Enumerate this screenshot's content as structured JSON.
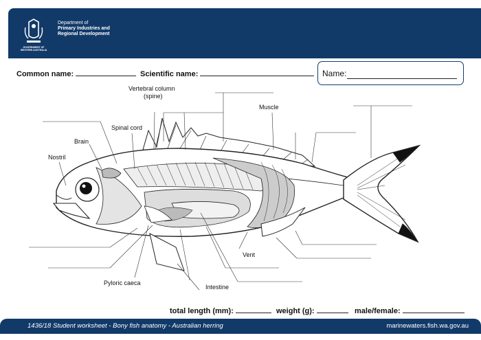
{
  "header": {
    "agency_line1": "Department of",
    "agency_line2": "Primary Industries and",
    "agency_line3": "Regional Development",
    "crest_caption": "GOVERNMENT OF WESTERN AUSTRALIA",
    "background": "#123a69"
  },
  "form": {
    "common_name_label": "Common name:",
    "scientific_name_label": "Scientific name:",
    "name_label": "Name:",
    "total_length_label": "total length (mm):",
    "weight_label": "weight (g):",
    "sex_label": "male/female:"
  },
  "labels": {
    "vertebral_column": "Vertebral column",
    "spine": "(spine)",
    "muscle": "Muscle",
    "spinal_cord": "Spinal cord",
    "brain": "Brain",
    "nostril": "Nostril",
    "vent": "Vent",
    "pyloric_caeca": "Pyloric caeca",
    "intestine": "Intestine"
  },
  "footer": {
    "left": "1436/18 Student worksheet - Bony fish anatomy - Australian herring",
    "right": "marinewaters.fish.wa.gov.au"
  }
}
